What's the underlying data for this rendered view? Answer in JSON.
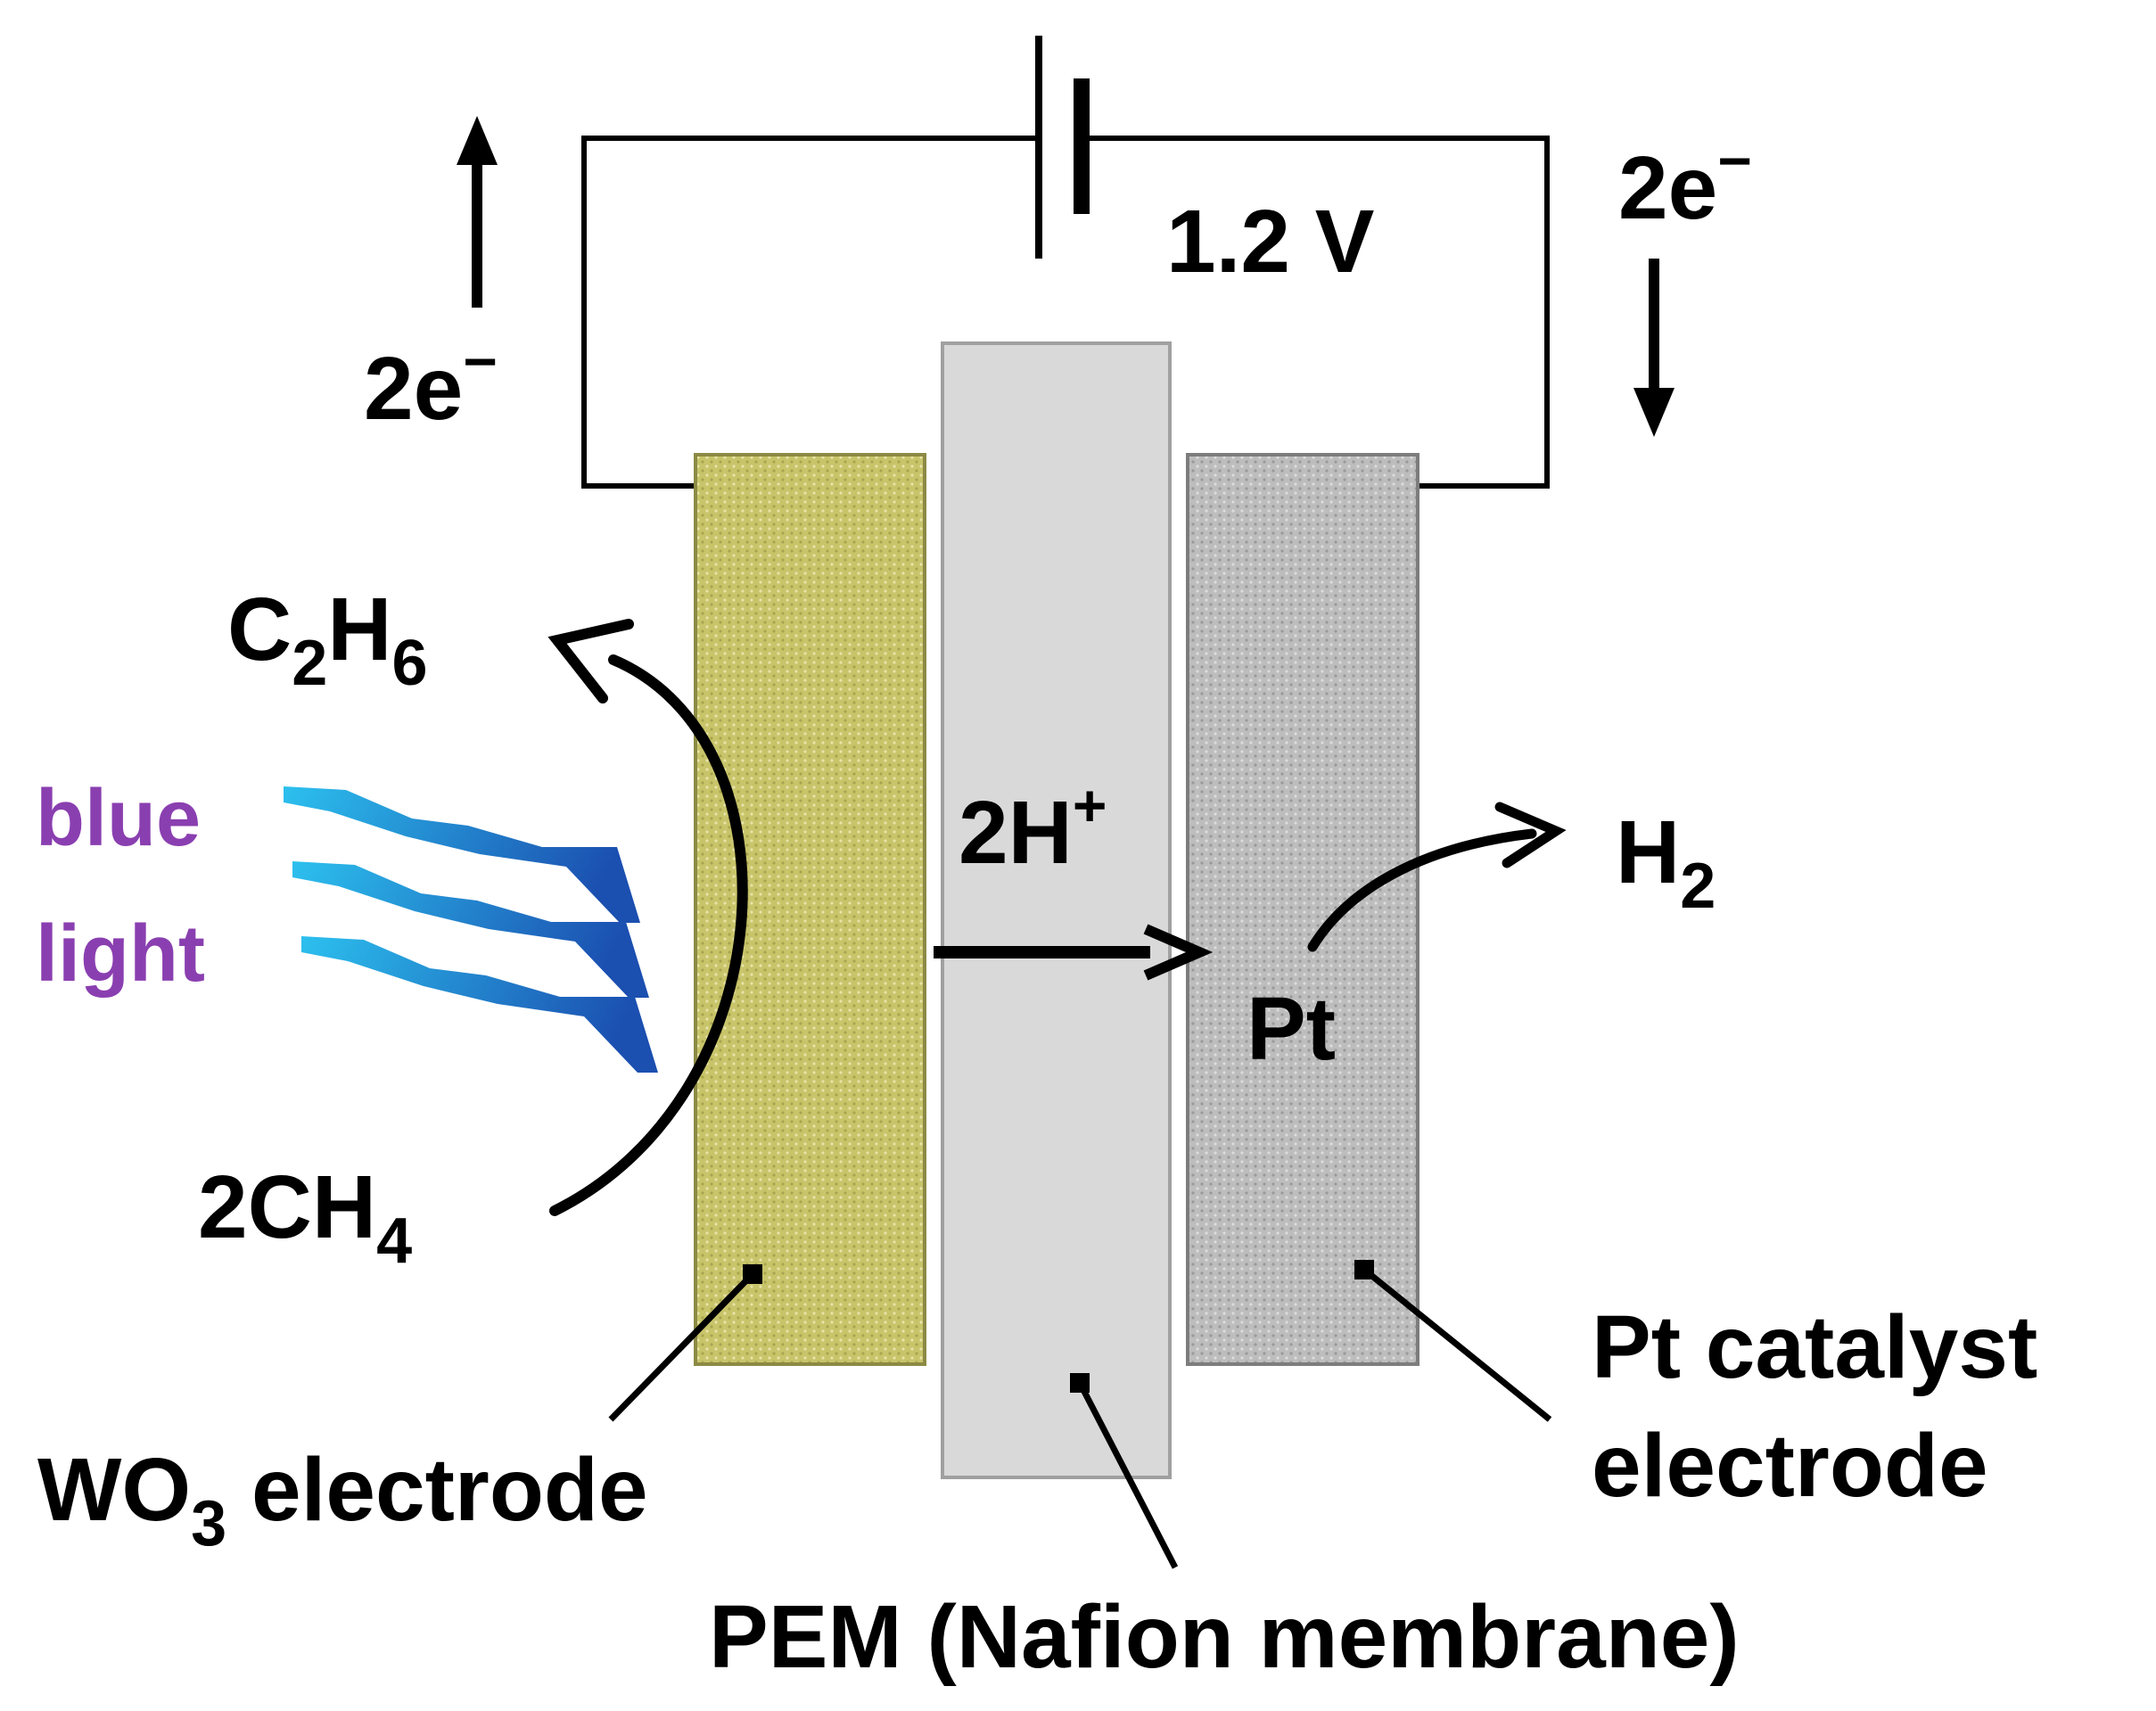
{
  "circuit": {
    "voltage": "1.2 V",
    "electrons_left": {
      "coef": "2e",
      "sup": "−"
    },
    "electrons_right": {
      "coef": "2e",
      "sup": "−"
    }
  },
  "reactions": {
    "reactant": {
      "a": "2CH",
      "sub": "4"
    },
    "product": {
      "a": "C",
      "sub1": "2",
      "b": "H",
      "sub2": "6"
    },
    "proton": {
      "coef": "2H",
      "sup": "+"
    },
    "hydrogen": {
      "a": "H",
      "sub": "2"
    },
    "catalyst_site": "Pt"
  },
  "light": {
    "line1": "blue",
    "line2": "light"
  },
  "labels": {
    "wo3": {
      "a": "WO",
      "sub": "3",
      "b": " electrode"
    },
    "pem": "PEM (Nafion membrane)",
    "pt_line1": "Pt catalyst",
    "pt_line2": "electrode"
  },
  "colors": {
    "wo3_electrode": "#c8c46a",
    "membrane": "#d9d9d9",
    "pt_electrode": "#bdbdbd",
    "light_text": "#8a3fb0",
    "light_ray_dark": "#1b4fb0",
    "light_ray_light": "#2cc0ee"
  }
}
